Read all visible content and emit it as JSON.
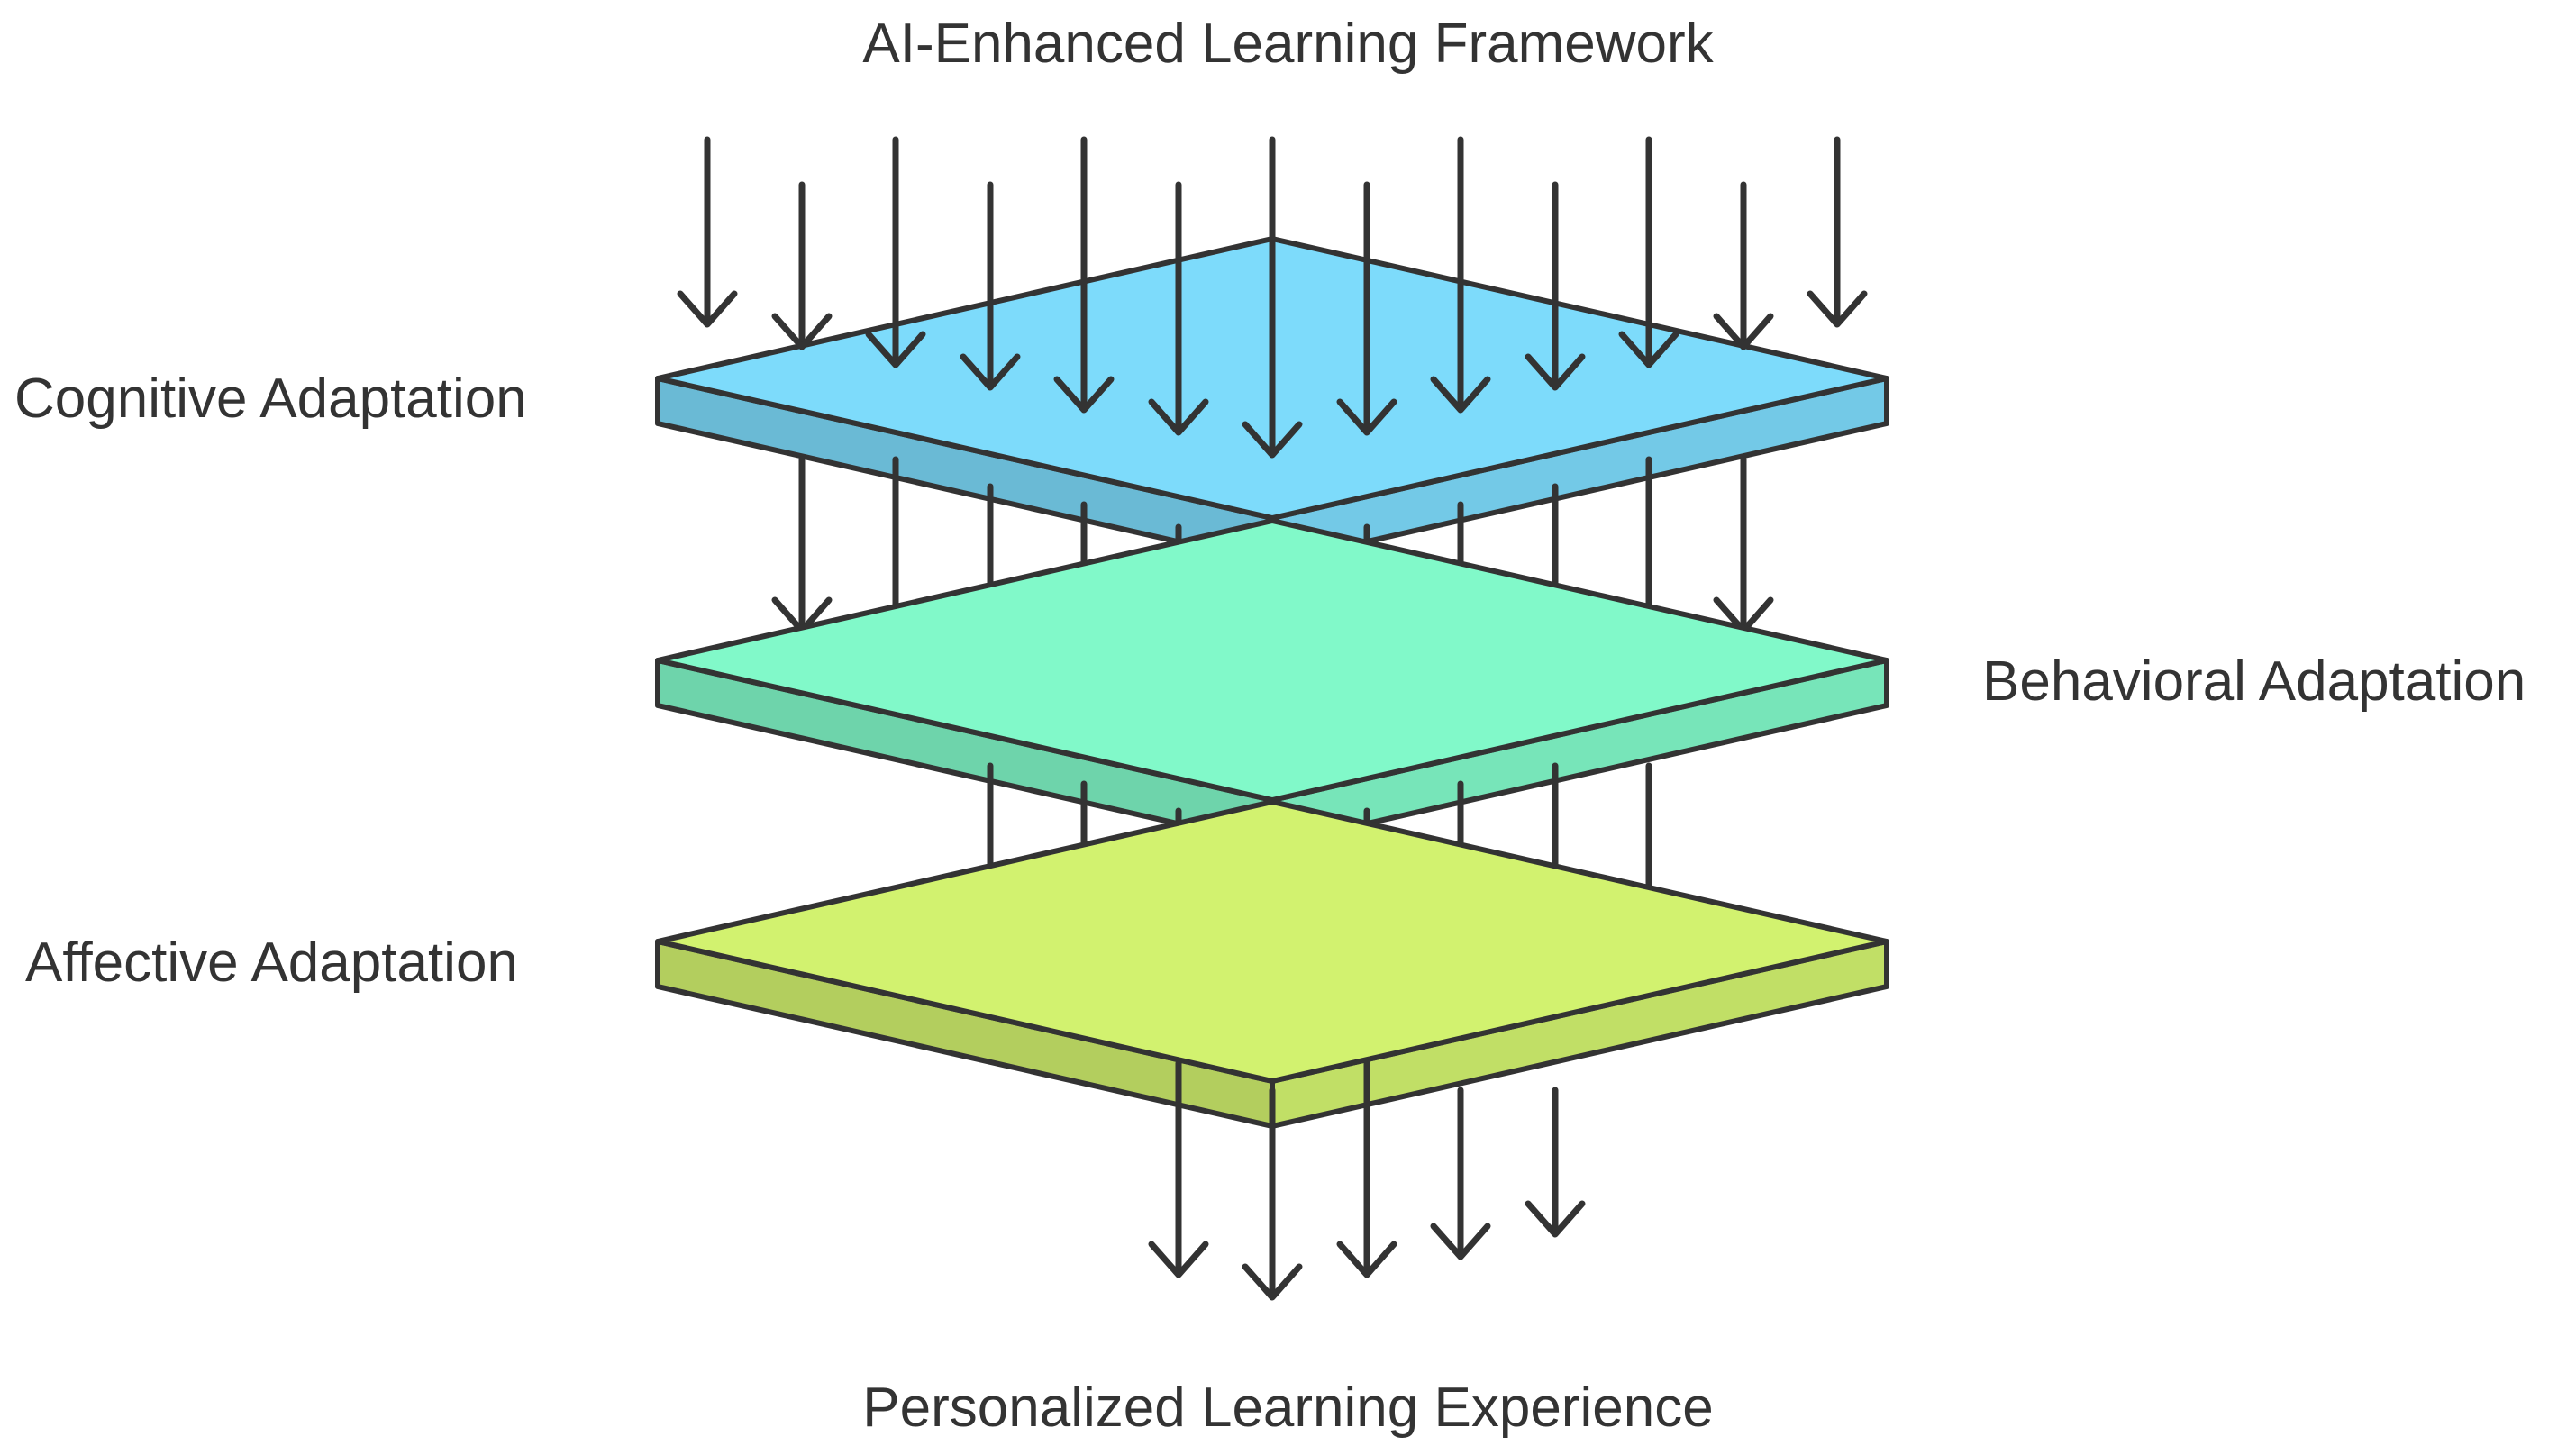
{
  "title": "AI-Enhanced Learning Framework",
  "output": "Personalized Learning Experience",
  "layers": [
    {
      "label": "Cognitive Adaptation",
      "color": "#7DDBFB",
      "side": "left"
    },
    {
      "label": "Behavioral Adaptation",
      "color": "#81F9C9",
      "side": "right"
    },
    {
      "label": "Affective Adaptation",
      "color": "#D2F26F",
      "side": "left"
    }
  ],
  "stroke_color": "#333333"
}
